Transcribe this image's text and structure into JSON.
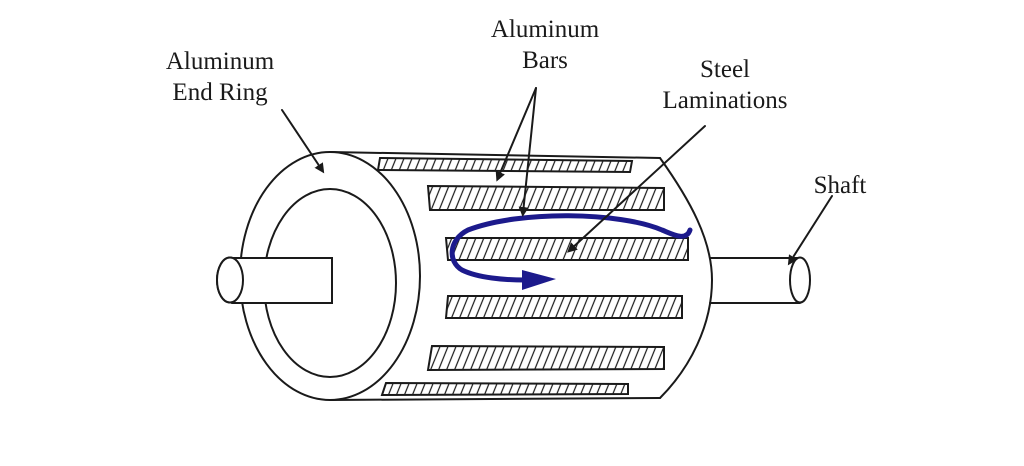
{
  "labels": {
    "end_ring_line1": "Aluminum",
    "end_ring_line2": "End Ring",
    "bars_line1": "Aluminum",
    "bars_line2": "Bars",
    "laminations_line1": "Steel",
    "laminations_line2": "Laminations",
    "shaft": "Shaft"
  },
  "colors": {
    "current_path": "#1c1a8c",
    "lines": "#1a1a1a",
    "background": "#ffffff"
  }
}
